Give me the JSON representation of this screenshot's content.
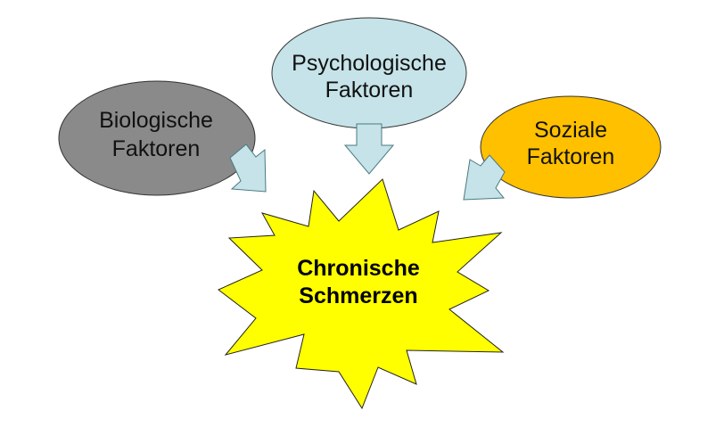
{
  "nodes": {
    "biological": {
      "line1": "Biologische",
      "line2": "Faktoren",
      "color": "#8a8a8a"
    },
    "psychological": {
      "line1": "Psychologische",
      "line2": "Faktoren",
      "color": "#c5e3e8"
    },
    "social": {
      "line1": "Soziale",
      "line2": "Faktoren",
      "color": "#ffc000"
    },
    "center": {
      "line1": "Chronische",
      "line2": "Schmerzen",
      "color": "#ffff00"
    }
  },
  "arrow_color": "#c5e3e8"
}
